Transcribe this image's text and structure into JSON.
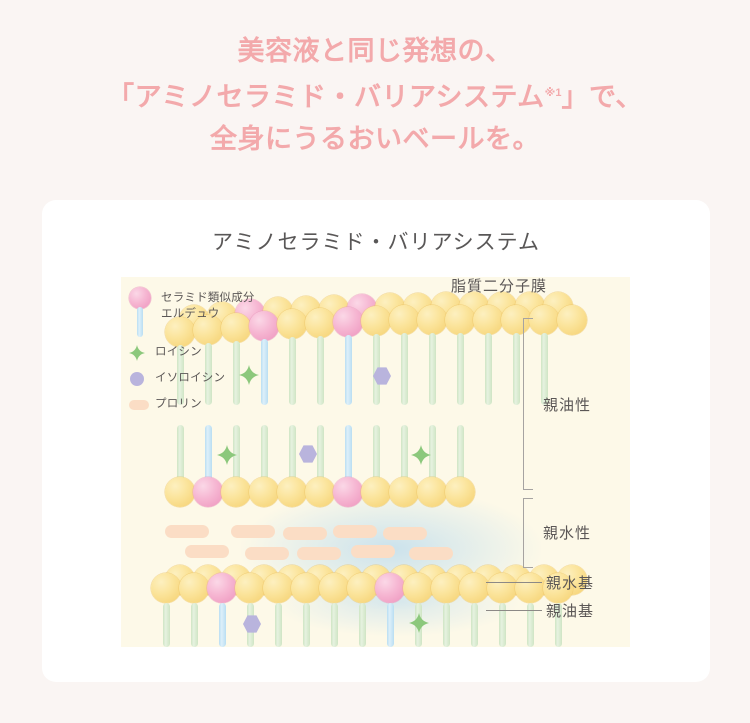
{
  "heading": {
    "line1": "美容液と同じ発想の、",
    "line2_pre": "「アミノセラミド・バリアシステム",
    "line2_sup": "※1",
    "line2_post": "」で、",
    "line3": "全身にうるおいベールを。",
    "color": "#f3a9ab"
  },
  "card": {
    "title": "アミノセラミド・バリアシステム",
    "title_color": "#595757",
    "background": "#ffffff"
  },
  "diagram": {
    "panel_background": "#fdf9e8",
    "legend": [
      {
        "marker": "ceramide-ball-stem",
        "label_line1": "セラミド類似成分",
        "label_line2": "エルデュウ",
        "color": "#f2a8cb"
      },
      {
        "marker": "green-cross",
        "label_line1": "ロイシン",
        "label_line2": "",
        "color": "#8cc87c"
      },
      {
        "marker": "purple-circle",
        "label_line1": "イソロイシン",
        "label_line2": "",
        "color": "#b9b4dd"
      },
      {
        "marker": "peach-bar",
        "label_line1": "プロリン",
        "label_line2": "",
        "color": "#fbddc5"
      }
    ],
    "top_label": "脂質二分子膜",
    "bracket_labels": [
      {
        "label": "親油性"
      },
      {
        "label": "親水性"
      }
    ],
    "leader_labels": [
      {
        "label": "親水基"
      },
      {
        "label": "親油基"
      }
    ],
    "label_color": "#5b5756"
  }
}
